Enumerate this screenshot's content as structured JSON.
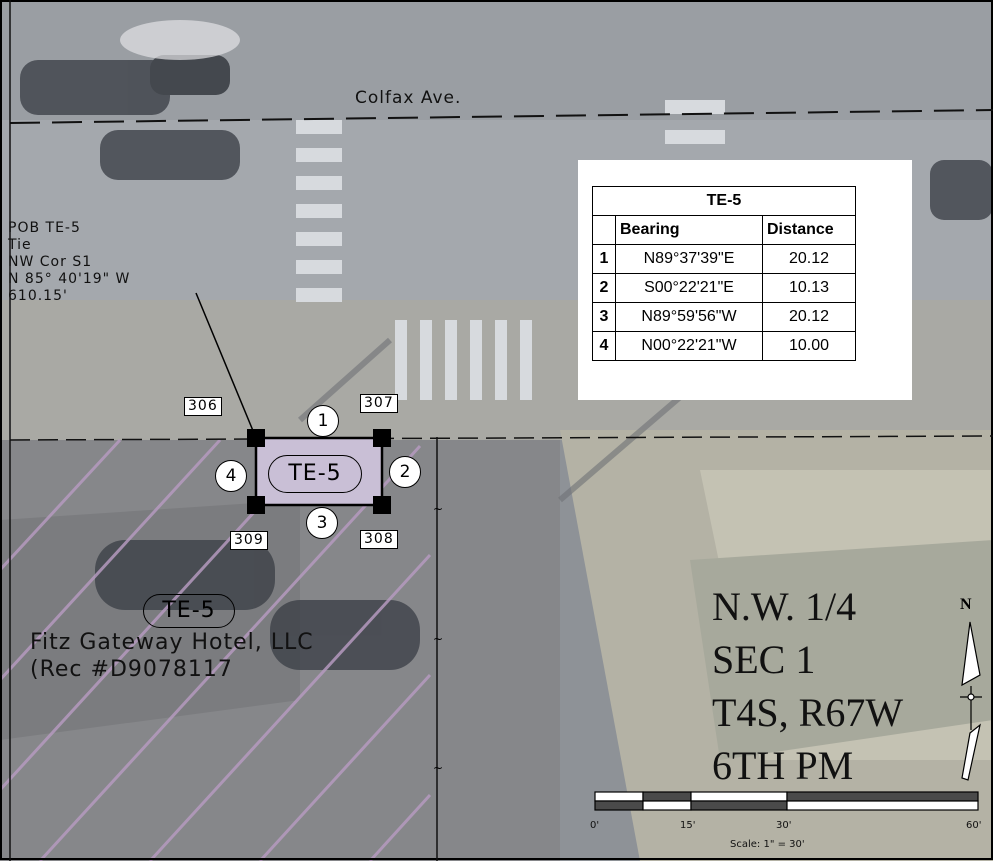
{
  "street": {
    "name": "Colfax Ave."
  },
  "tie_note": {
    "lines": [
      "POB TE-5",
      "Tie",
      "NW Cor S1",
      "N 85° 40'19\" W",
      "610.15'"
    ]
  },
  "points": {
    "nw": "306",
    "ne": "307",
    "sw": "309",
    "se": "308"
  },
  "courses": [
    "1",
    "2",
    "3",
    "4"
  ],
  "parcel_label": "TE-5",
  "owner": {
    "tag": "TE-5",
    "name": "Fitz Gateway Hotel, LLC",
    "rec": "(Rec #D9078117"
  },
  "table": {
    "title": "TE-5",
    "headers": {
      "bearing": "Bearing",
      "distance": "Distance"
    },
    "rows": [
      {
        "n": "1",
        "bearing": "N89°37'39\"E",
        "distance": "20.12"
      },
      {
        "n": "2",
        "bearing": "S00°22'21\"E",
        "distance": "10.13"
      },
      {
        "n": "3",
        "bearing": "N89°59'56\"W",
        "distance": "20.12"
      },
      {
        "n": "4",
        "bearing": "N00°22'21\"W",
        "distance": "10.00"
      }
    ]
  },
  "section": {
    "lines": [
      "N.W. 1/4",
      "SEC 1",
      "T4S, R67W",
      "6TH PM"
    ]
  },
  "scale": {
    "ticks": [
      "0'",
      "15'",
      "30'",
      "60'"
    ],
    "note": "Scale: 1\" = 30'"
  },
  "north_arrow": {
    "label": "N"
  },
  "colors": {
    "parcel_fill": "#c9bfd6",
    "hatch": "#b59abf",
    "aerial_base": "#8d9196"
  }
}
